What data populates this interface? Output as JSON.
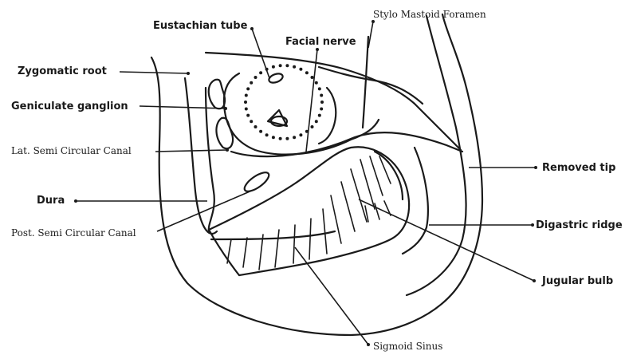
{
  "labels": {
    "eustachian_tube": "Eustachian tube",
    "facial_nerve": "Facial nerve",
    "stylomastoid_foramen": "Stylo Mastoid Foramen",
    "zygomatic_root": "Zygomatic root",
    "geniculate_ganglion": "Geniculate ganglion",
    "lat_semicircular_canal": "Lat. Semi Circular Canal",
    "dura": "Dura",
    "post_semicircular_canal": "Post. Semi Circular Canal",
    "removed_tip": "Removed tip",
    "digastric_ridge": "Digastric ridge",
    "jugular_bulb": "Jugular bulb",
    "sigmoid_sinus": "Sigmoid Sinus"
  }
}
